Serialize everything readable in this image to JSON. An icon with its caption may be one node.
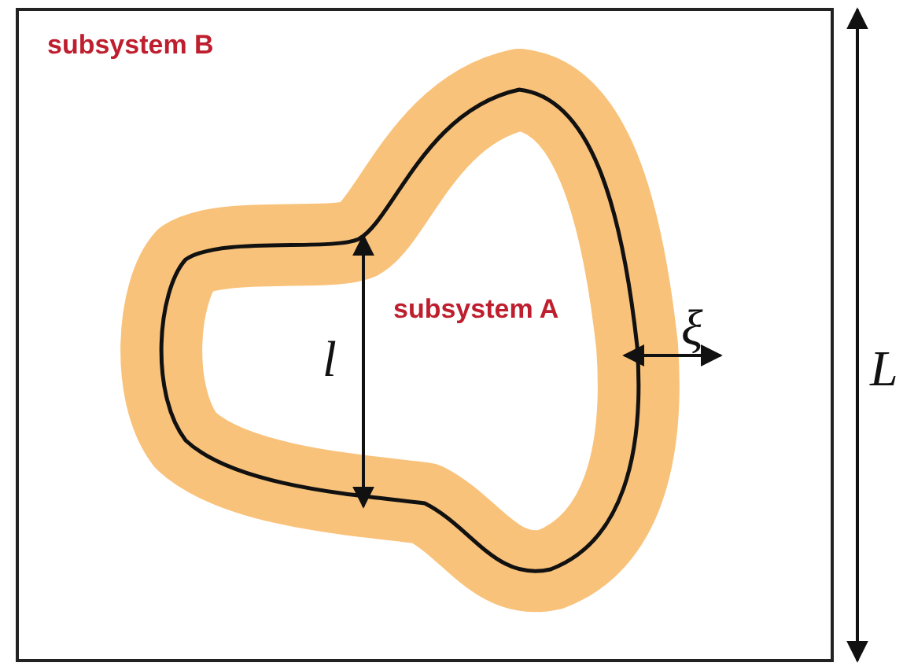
{
  "diagram": {
    "labels": [
      "subsystem B",
      "subsystem A",
      "l",
      "ξ",
      "L"
    ]
  }
}
